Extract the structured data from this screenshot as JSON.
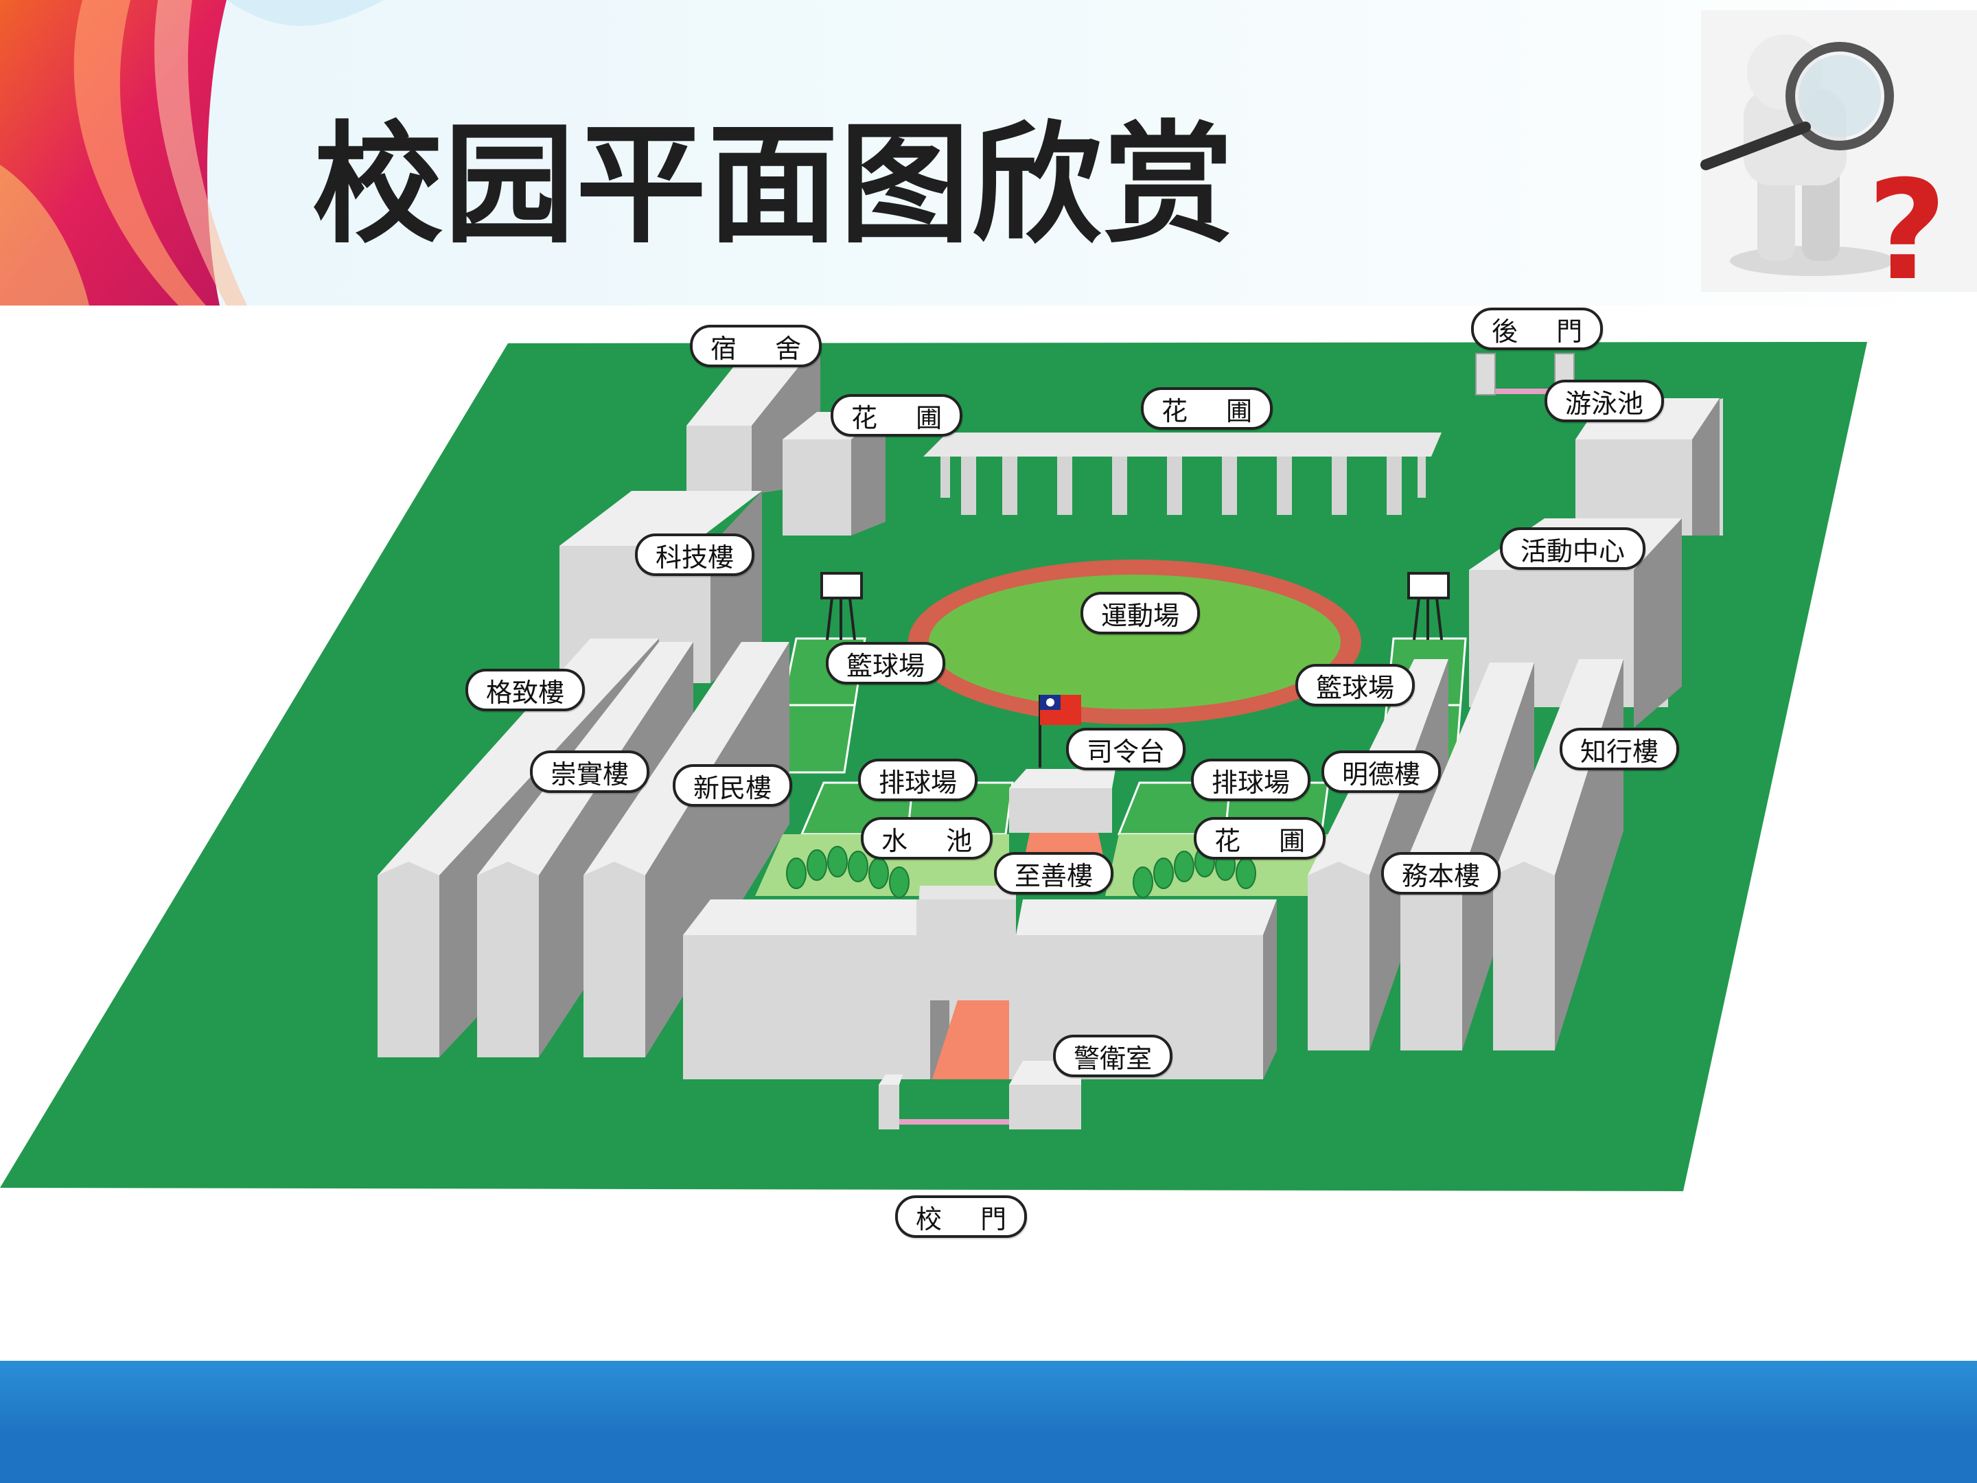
{
  "slide": {
    "title": "校园平面图欣赏"
  },
  "map": {
    "labels": [
      {
        "id": "dorm",
        "text": "宿 舍"
      },
      {
        "id": "garden-nw",
        "text": "花 圃"
      },
      {
        "id": "garden-n",
        "text": "花 圃"
      },
      {
        "id": "back-gate",
        "text": "後 門"
      },
      {
        "id": "pool",
        "text": "游泳池"
      },
      {
        "id": "tech-building",
        "text": "科技樓"
      },
      {
        "id": "activity-center",
        "text": "活動中心"
      },
      {
        "id": "sports-field",
        "text": "運動場"
      },
      {
        "id": "basketball-w",
        "text": "籃球場"
      },
      {
        "id": "basketball-e",
        "text": "籃球場"
      },
      {
        "id": "gezhi-building",
        "text": "格致樓"
      },
      {
        "id": "chongshi-building",
        "text": "崇實樓"
      },
      {
        "id": "xinmin-building",
        "text": "新民樓"
      },
      {
        "id": "podium",
        "text": "司令台"
      },
      {
        "id": "zhixing-building",
        "text": "知行樓"
      },
      {
        "id": "volleyball-w",
        "text": "排球場"
      },
      {
        "id": "volleyball-e",
        "text": "排球場"
      },
      {
        "id": "mingde-building",
        "text": "明德樓"
      },
      {
        "id": "pond",
        "text": "水 池"
      },
      {
        "id": "garden-s",
        "text": "花 圃"
      },
      {
        "id": "zhishan-building",
        "text": "至善樓"
      },
      {
        "id": "wuben-building",
        "text": "務本樓"
      },
      {
        "id": "guard-room",
        "text": "警衛室"
      },
      {
        "id": "main-gate",
        "text": "校 門"
      }
    ]
  },
  "colors": {
    "ground": "#22994e",
    "field": "#6cc04a",
    "track": "#d4604e",
    "court": "#3fae50",
    "garden": "#a8dc8a",
    "building_front": "#d8d8d8",
    "building_top": "#efefef",
    "building_side": "#8e8e8e",
    "footer_band": "#2a8fd6",
    "footer_band_dark": "#1e73c2",
    "flag_red": "#e23022",
    "flag_blue": "#1b2f8f",
    "question_mark": "#d32020"
  },
  "icons": [
    "magnifier-figure-icon",
    "question-mark-icon",
    "flag-icon",
    "basketball-hoop-icon",
    "tree-icon"
  ]
}
